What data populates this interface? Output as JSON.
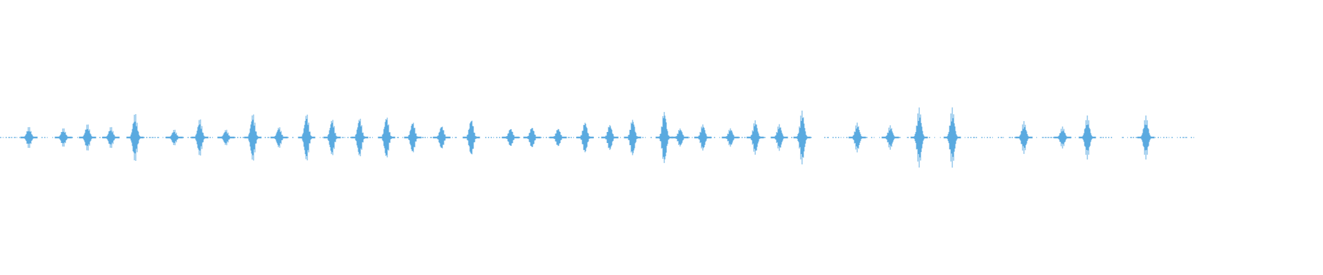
{
  "waveform": {
    "color": "#5aaae0",
    "unplayed_end_fraction": 0.905,
    "bursts": [
      {
        "pos": 0.022,
        "amp": 0.08
      },
      {
        "pos": 0.048,
        "amp": 0.07
      },
      {
        "pos": 0.066,
        "amp": 0.1
      },
      {
        "pos": 0.084,
        "amp": 0.08
      },
      {
        "pos": 0.102,
        "amp": 0.18
      },
      {
        "pos": 0.132,
        "amp": 0.06
      },
      {
        "pos": 0.151,
        "amp": 0.14
      },
      {
        "pos": 0.171,
        "amp": 0.06
      },
      {
        "pos": 0.191,
        "amp": 0.18
      },
      {
        "pos": 0.211,
        "amp": 0.08
      },
      {
        "pos": 0.232,
        "amp": 0.18
      },
      {
        "pos": 0.251,
        "amp": 0.14
      },
      {
        "pos": 0.272,
        "amp": 0.15
      },
      {
        "pos": 0.292,
        "amp": 0.16
      },
      {
        "pos": 0.312,
        "amp": 0.12
      },
      {
        "pos": 0.334,
        "amp": 0.09
      },
      {
        "pos": 0.356,
        "amp": 0.14
      },
      {
        "pos": 0.386,
        "amp": 0.07
      },
      {
        "pos": 0.402,
        "amp": 0.08
      },
      {
        "pos": 0.422,
        "amp": 0.07
      },
      {
        "pos": 0.442,
        "amp": 0.12
      },
      {
        "pos": 0.461,
        "amp": 0.1
      },
      {
        "pos": 0.478,
        "amp": 0.14
      },
      {
        "pos": 0.502,
        "amp": 0.2
      },
      {
        "pos": 0.514,
        "amp": 0.07
      },
      {
        "pos": 0.531,
        "amp": 0.1
      },
      {
        "pos": 0.552,
        "amp": 0.07
      },
      {
        "pos": 0.571,
        "amp": 0.13
      },
      {
        "pos": 0.589,
        "amp": 0.1
      },
      {
        "pos": 0.606,
        "amp": 0.2
      },
      {
        "pos": 0.648,
        "amp": 0.11
      },
      {
        "pos": 0.673,
        "amp": 0.09
      },
      {
        "pos": 0.695,
        "amp": 0.22
      },
      {
        "pos": 0.72,
        "amp": 0.22
      },
      {
        "pos": 0.774,
        "amp": 0.12
      },
      {
        "pos": 0.803,
        "amp": 0.08
      },
      {
        "pos": 0.822,
        "amp": 0.16
      },
      {
        "pos": 0.866,
        "amp": 0.16
      }
    ]
  }
}
